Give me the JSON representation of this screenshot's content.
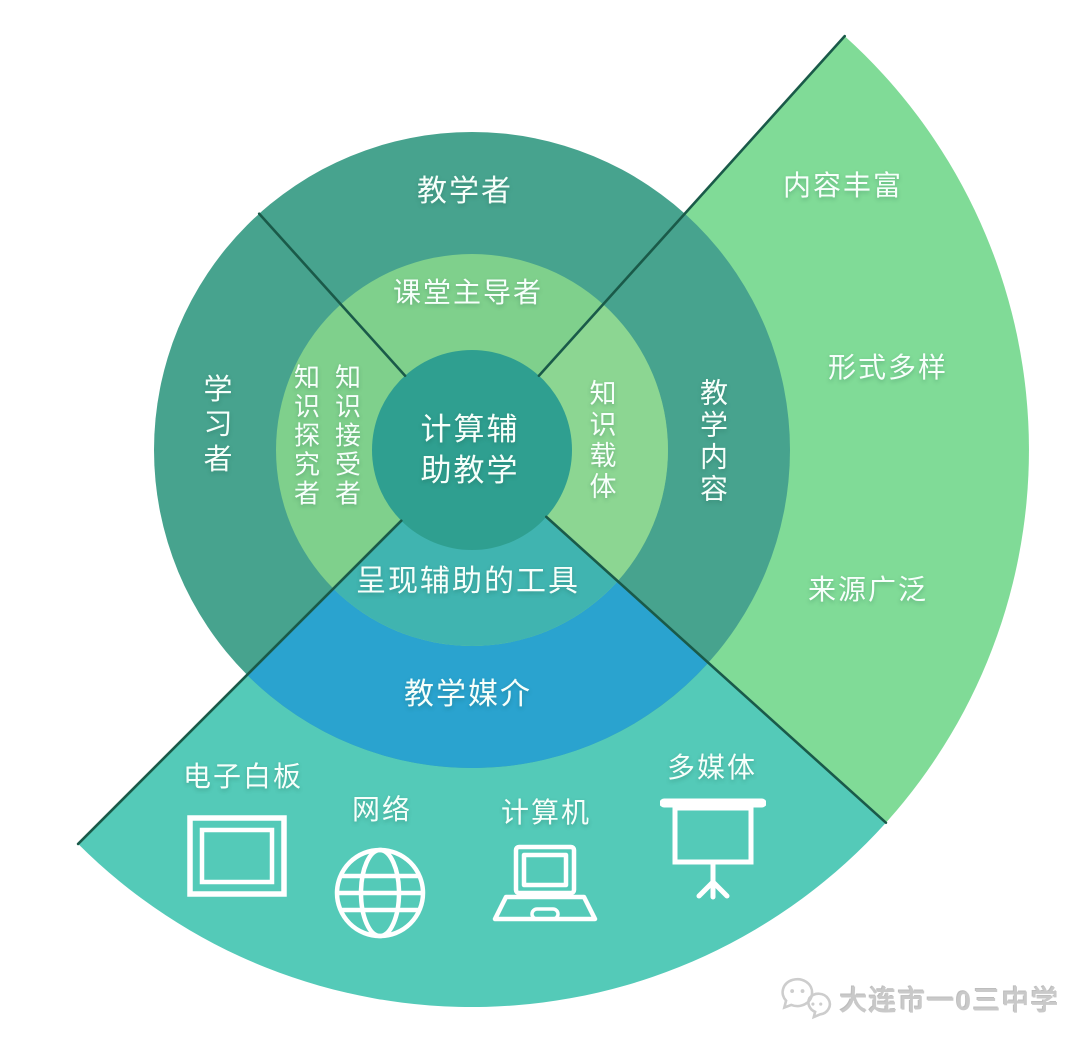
{
  "center": {
    "line1": "计算辅",
    "line2": "助教学"
  },
  "inner_ring": {
    "top": "课堂主导者",
    "left_col_outer": "知识探究者",
    "left_col_inner": "知识接受者",
    "right": "知识载体",
    "bottom": "呈现辅助的工具"
  },
  "outer_ring": {
    "top": "教学者",
    "left": "学习者",
    "right": "教学内容",
    "bottom": "教学媒介"
  },
  "right_wedge": {
    "labels": [
      "内容丰富",
      "形式多样",
      "来源广泛"
    ]
  },
  "bottom_wedge": {
    "whiteboard": "电子白板",
    "network": "网络",
    "computer": "计算机",
    "multimedia": "多媒体",
    "icons": [
      "whiteboard-icon",
      "globe-icon",
      "laptop-icon",
      "projector-icon"
    ]
  },
  "watermark": {
    "text": "大连市一0三中学",
    "icon": "wechat-icon"
  },
  "colors": {
    "outer_ring_teal": "#47a38e",
    "inner_ring_green": "#7fd08c",
    "inner_ring_green_right": "#8cd692",
    "inner_ring_bottom_cyan": "#40b4b0",
    "outer_ring_bottom_blue": "#2aa3cf",
    "center_teal": "#2f9f90",
    "right_wedge_green": "#80db97",
    "bottom_wedge_turquoise": "#54cab8",
    "divider_line": "#1a5a49",
    "label_text": "#f7fffb",
    "watermark_gray": "#c9c9c9"
  }
}
